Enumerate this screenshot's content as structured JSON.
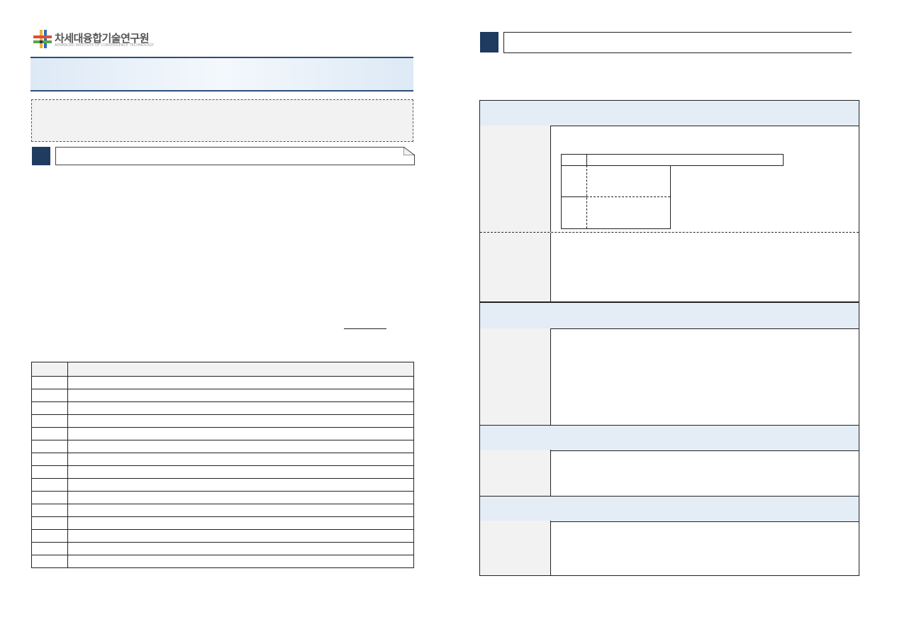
{
  "org": {
    "logo_text": "차세대융합기술연구원",
    "logo_subtext": "ADVANCED INSTITUTE OF CONVERGENCE TECHNOLOGY"
  },
  "left_table": {
    "row_count": 15
  },
  "colors": {
    "navy_square": "#1f3b5f",
    "band_border": "#2d4f77",
    "header_fill": "#e4ecf6",
    "label_fill": "#f2f2f2"
  }
}
